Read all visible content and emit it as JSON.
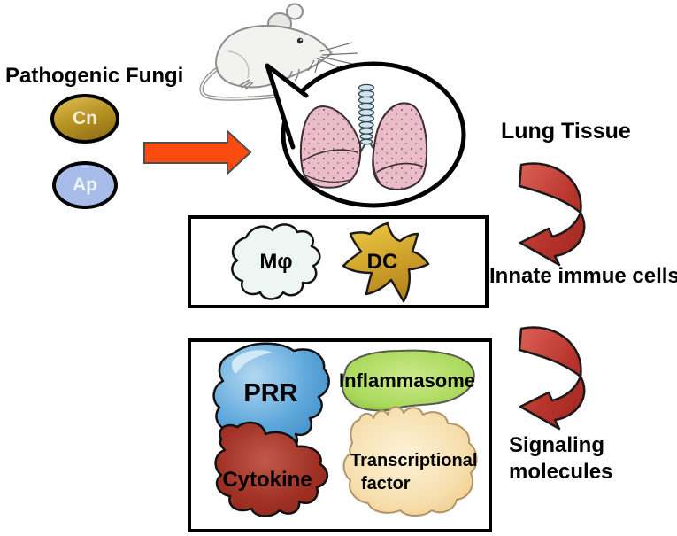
{
  "title": "Pathogenic Fungi",
  "fungi": {
    "cn": "Cn",
    "ap": "Ap"
  },
  "stages": {
    "lung_tissue": "Lung Tissue",
    "innate_cells": "Innate immue cells",
    "signaling_line1": "Signaling",
    "signaling_line2": "molecules"
  },
  "cells": {
    "macrophage": "Mφ",
    "dendritic": "DC"
  },
  "molecules": {
    "prr": "PRR",
    "inflammasome": "Inflammasome",
    "cytokine": "Cytokine",
    "tf_line1": "Transcriptional",
    "tf_line2": "factor"
  },
  "icons": [
    "mouse-illustration",
    "lungs-illustration",
    "callout-bubble",
    "right-arrow-icon",
    "curved-arrow-icon",
    "macrophage-blob",
    "dendritic-cell-blob",
    "prr-blob",
    "inflammasome-blob",
    "cytokine-blob",
    "transcription-factor-blob"
  ],
  "colors": {
    "cn_gold": "#b08d1e",
    "ap_blue": "#a7bce8",
    "orange_arrow": "#fb4c10",
    "red_arrow": "#b8352c",
    "lung_pink": "#e9bdc9",
    "trachea_blue": "#cfe4ef",
    "macrophage_mint": "#edf6f2",
    "dc_gold": "#dfa92a",
    "prr_blue": "#4f9fd8",
    "inflammasome_green": "#9ad24e",
    "cytokine_red": "#9e2b1f",
    "transcription_tan": "#f0cc8a",
    "outline_black": "#000000"
  }
}
